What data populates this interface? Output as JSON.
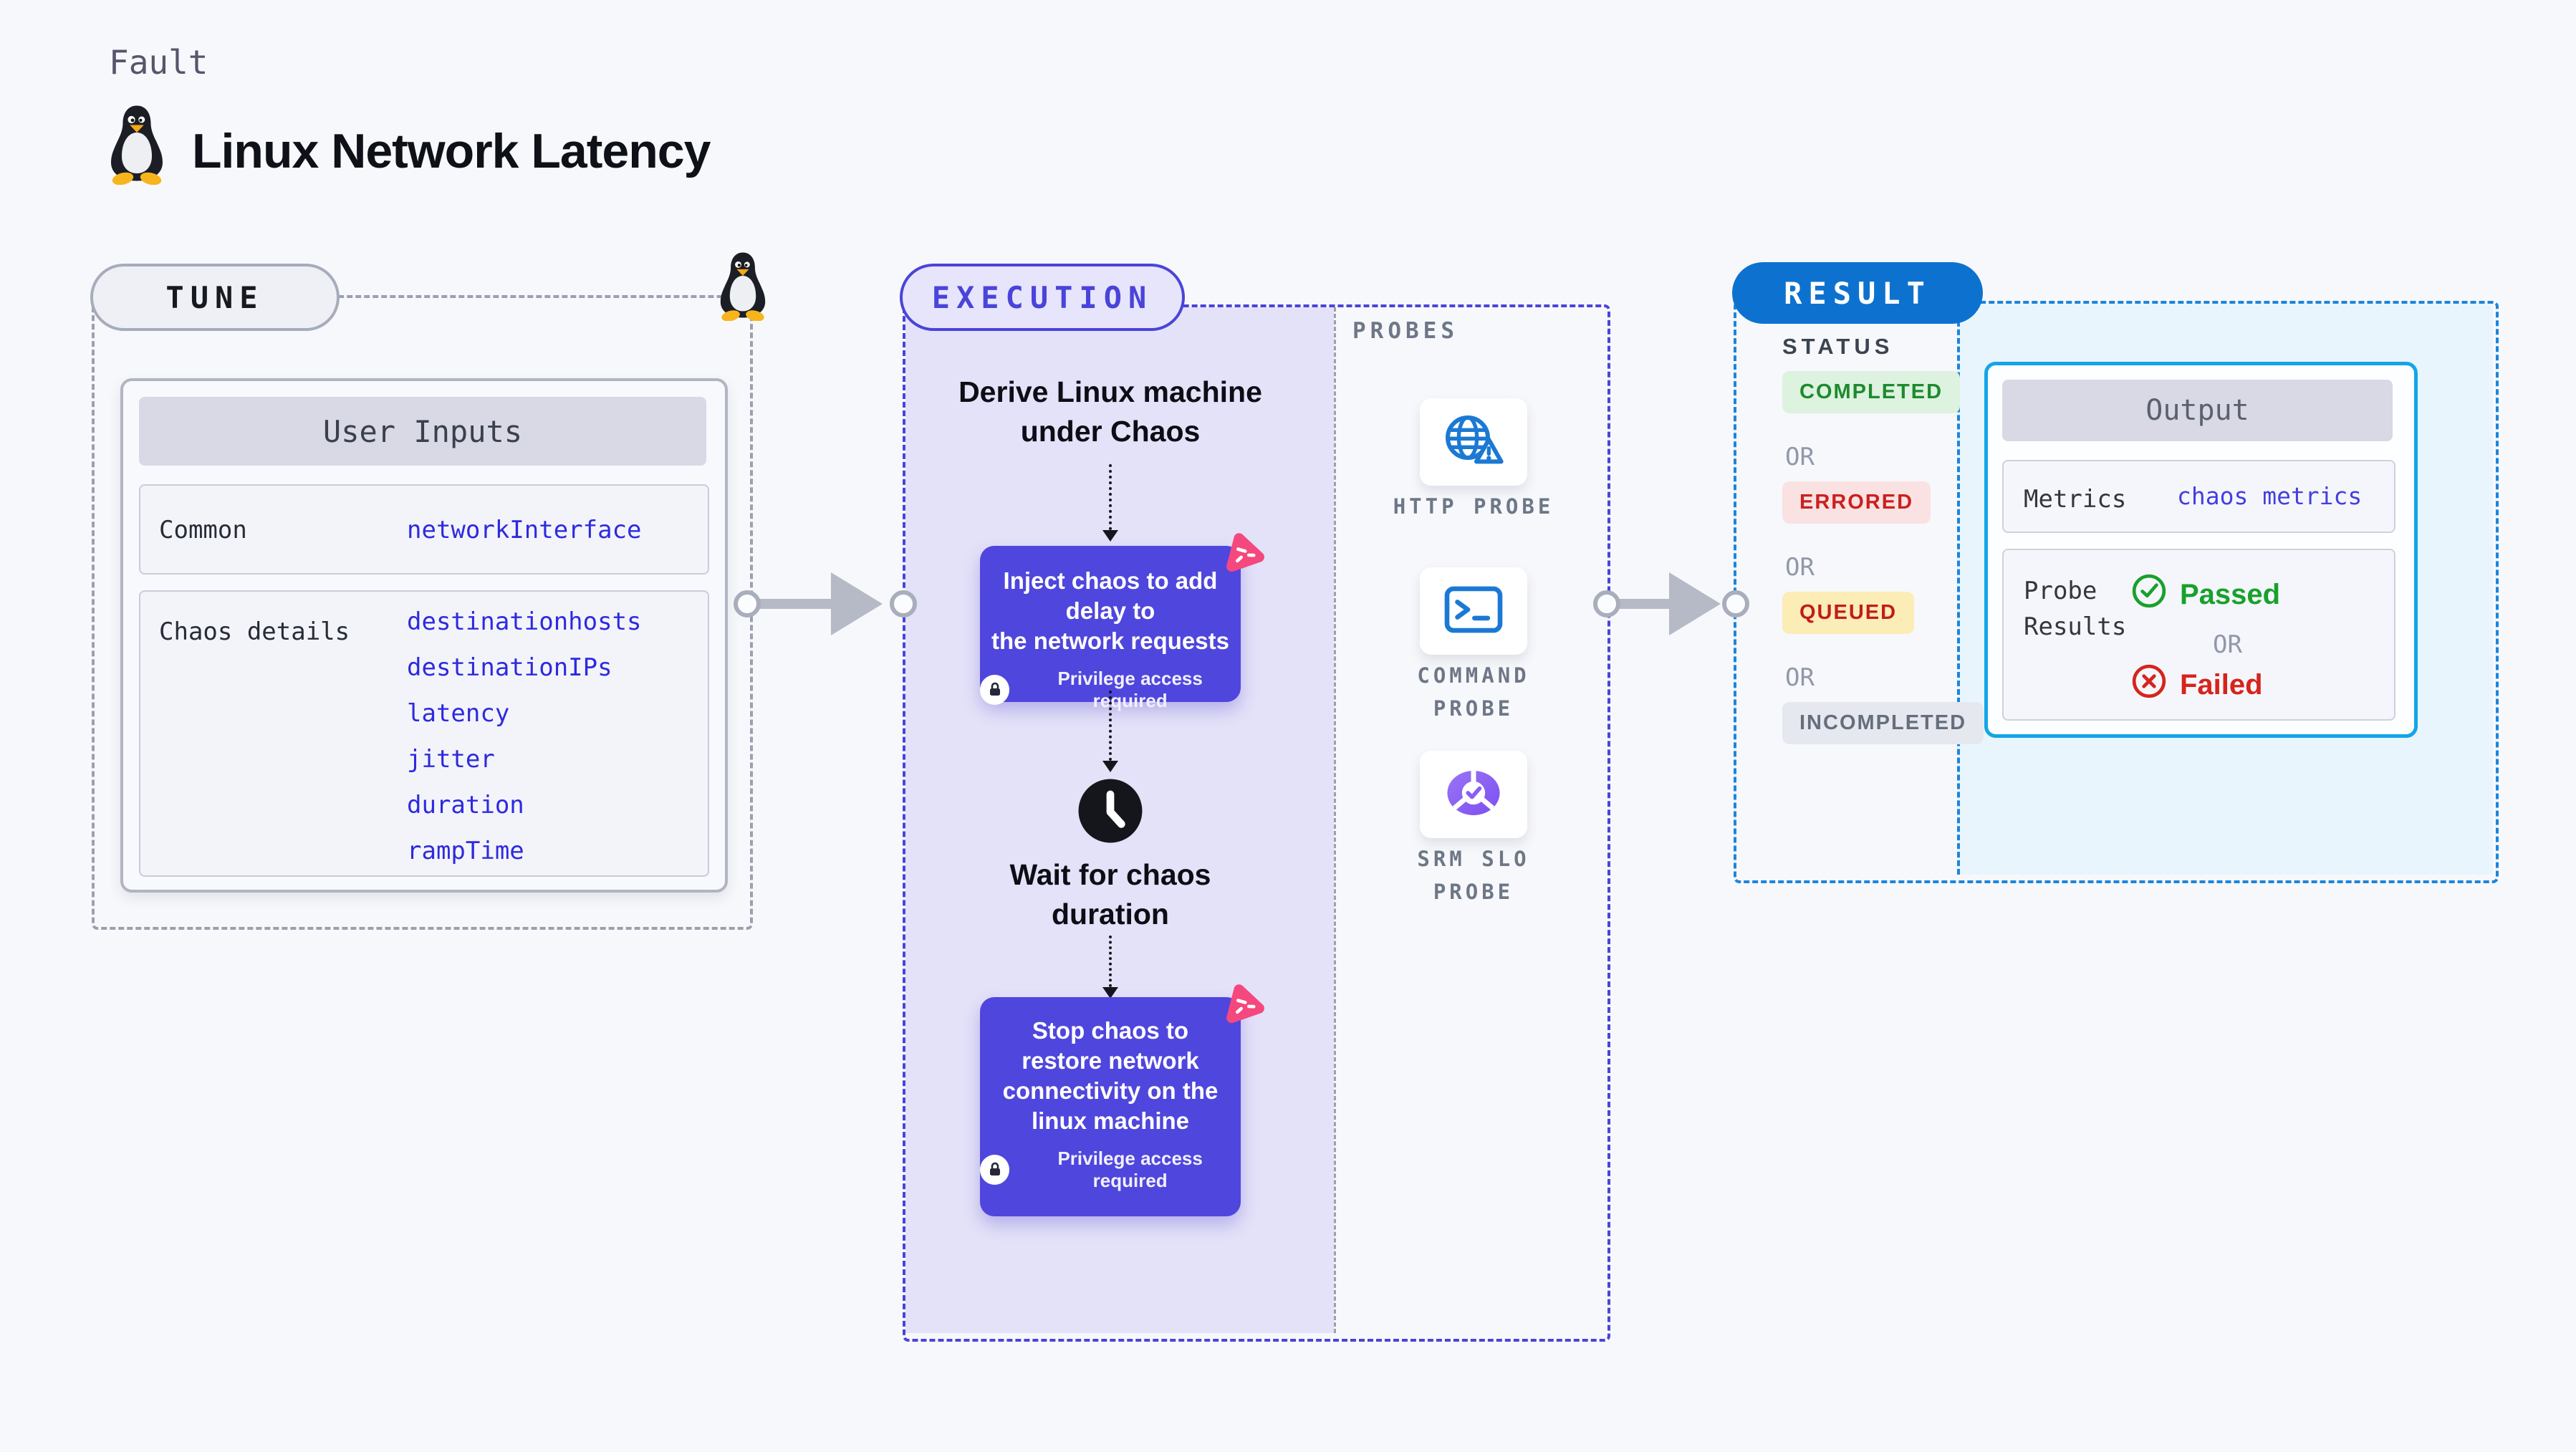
{
  "page": {
    "kicker": "Fault",
    "title": "Linux Network Latency"
  },
  "tune": {
    "badge": "TUNE",
    "user_inputs": {
      "header": "User Inputs",
      "rows": [
        {
          "label": "Common",
          "values": [
            "networkInterface"
          ]
        },
        {
          "label": "Chaos details",
          "values": [
            "destinationhosts",
            "destinationIPs",
            "latency",
            "jitter",
            "duration",
            "rampTime"
          ]
        }
      ]
    }
  },
  "execution": {
    "badge": "EXECUTION",
    "derive": {
      "lines": [
        "Derive Linux machine",
        "under Chaos"
      ]
    },
    "inject": {
      "lines": [
        "Inject chaos to add delay to",
        "the network requests"
      ],
      "badge": "Privilege access required"
    },
    "wait": {
      "lines": [
        "Wait for chaos",
        "duration"
      ]
    },
    "stop": {
      "lines": [
        "Stop chaos to",
        "restore network",
        "connectivity on the",
        "linux machine"
      ],
      "badge": "Privilege access required"
    }
  },
  "probes": {
    "label": "PROBES",
    "items": [
      {
        "icon": "globe-warning-icon",
        "lines": [
          "HTTP PROBE",
          ""
        ]
      },
      {
        "icon": "terminal-icon",
        "lines": [
          "COMMAND",
          "PROBE"
        ]
      },
      {
        "icon": "slo-pie-icon",
        "lines": [
          "SRM SLO",
          "PROBE"
        ]
      }
    ]
  },
  "result": {
    "badge": "RESULT",
    "status": {
      "heading": "STATUS",
      "separator": "OR",
      "items": [
        "COMPLETED",
        "ERRORED",
        "QUEUED",
        "INCOMPLETED"
      ]
    },
    "output": {
      "header": "Output",
      "metrics": {
        "label": "Metrics",
        "value": "chaos metrics"
      },
      "probe": {
        "label_lines": [
          "Probe",
          "Results"
        ],
        "passed": "Passed",
        "or": "OR",
        "failed": "Failed"
      }
    }
  },
  "colors": {
    "page_bg": "#f7f8fb",
    "indigo_accent": "#4a44d9",
    "action_box": "#4f46dd",
    "lavender_bg": "#e4e2f8",
    "chaos_pink": "#f5487e",
    "probe_blue": "#1b79d4",
    "srm_purple": "#8b5cf6",
    "result_blue": "#0d72cf",
    "result_dash": "#1b85dc",
    "cyan_border": "#14a5e6",
    "cyan_bg": "#e8f5fd",
    "completed_green": "#1d8a2e",
    "errored_red": "#cb1f1f",
    "queued_yellow_bg": "#fcecb5",
    "passed_green": "#18a12c",
    "failed_red": "#d6241c",
    "value_blue": "#2e2ade"
  }
}
